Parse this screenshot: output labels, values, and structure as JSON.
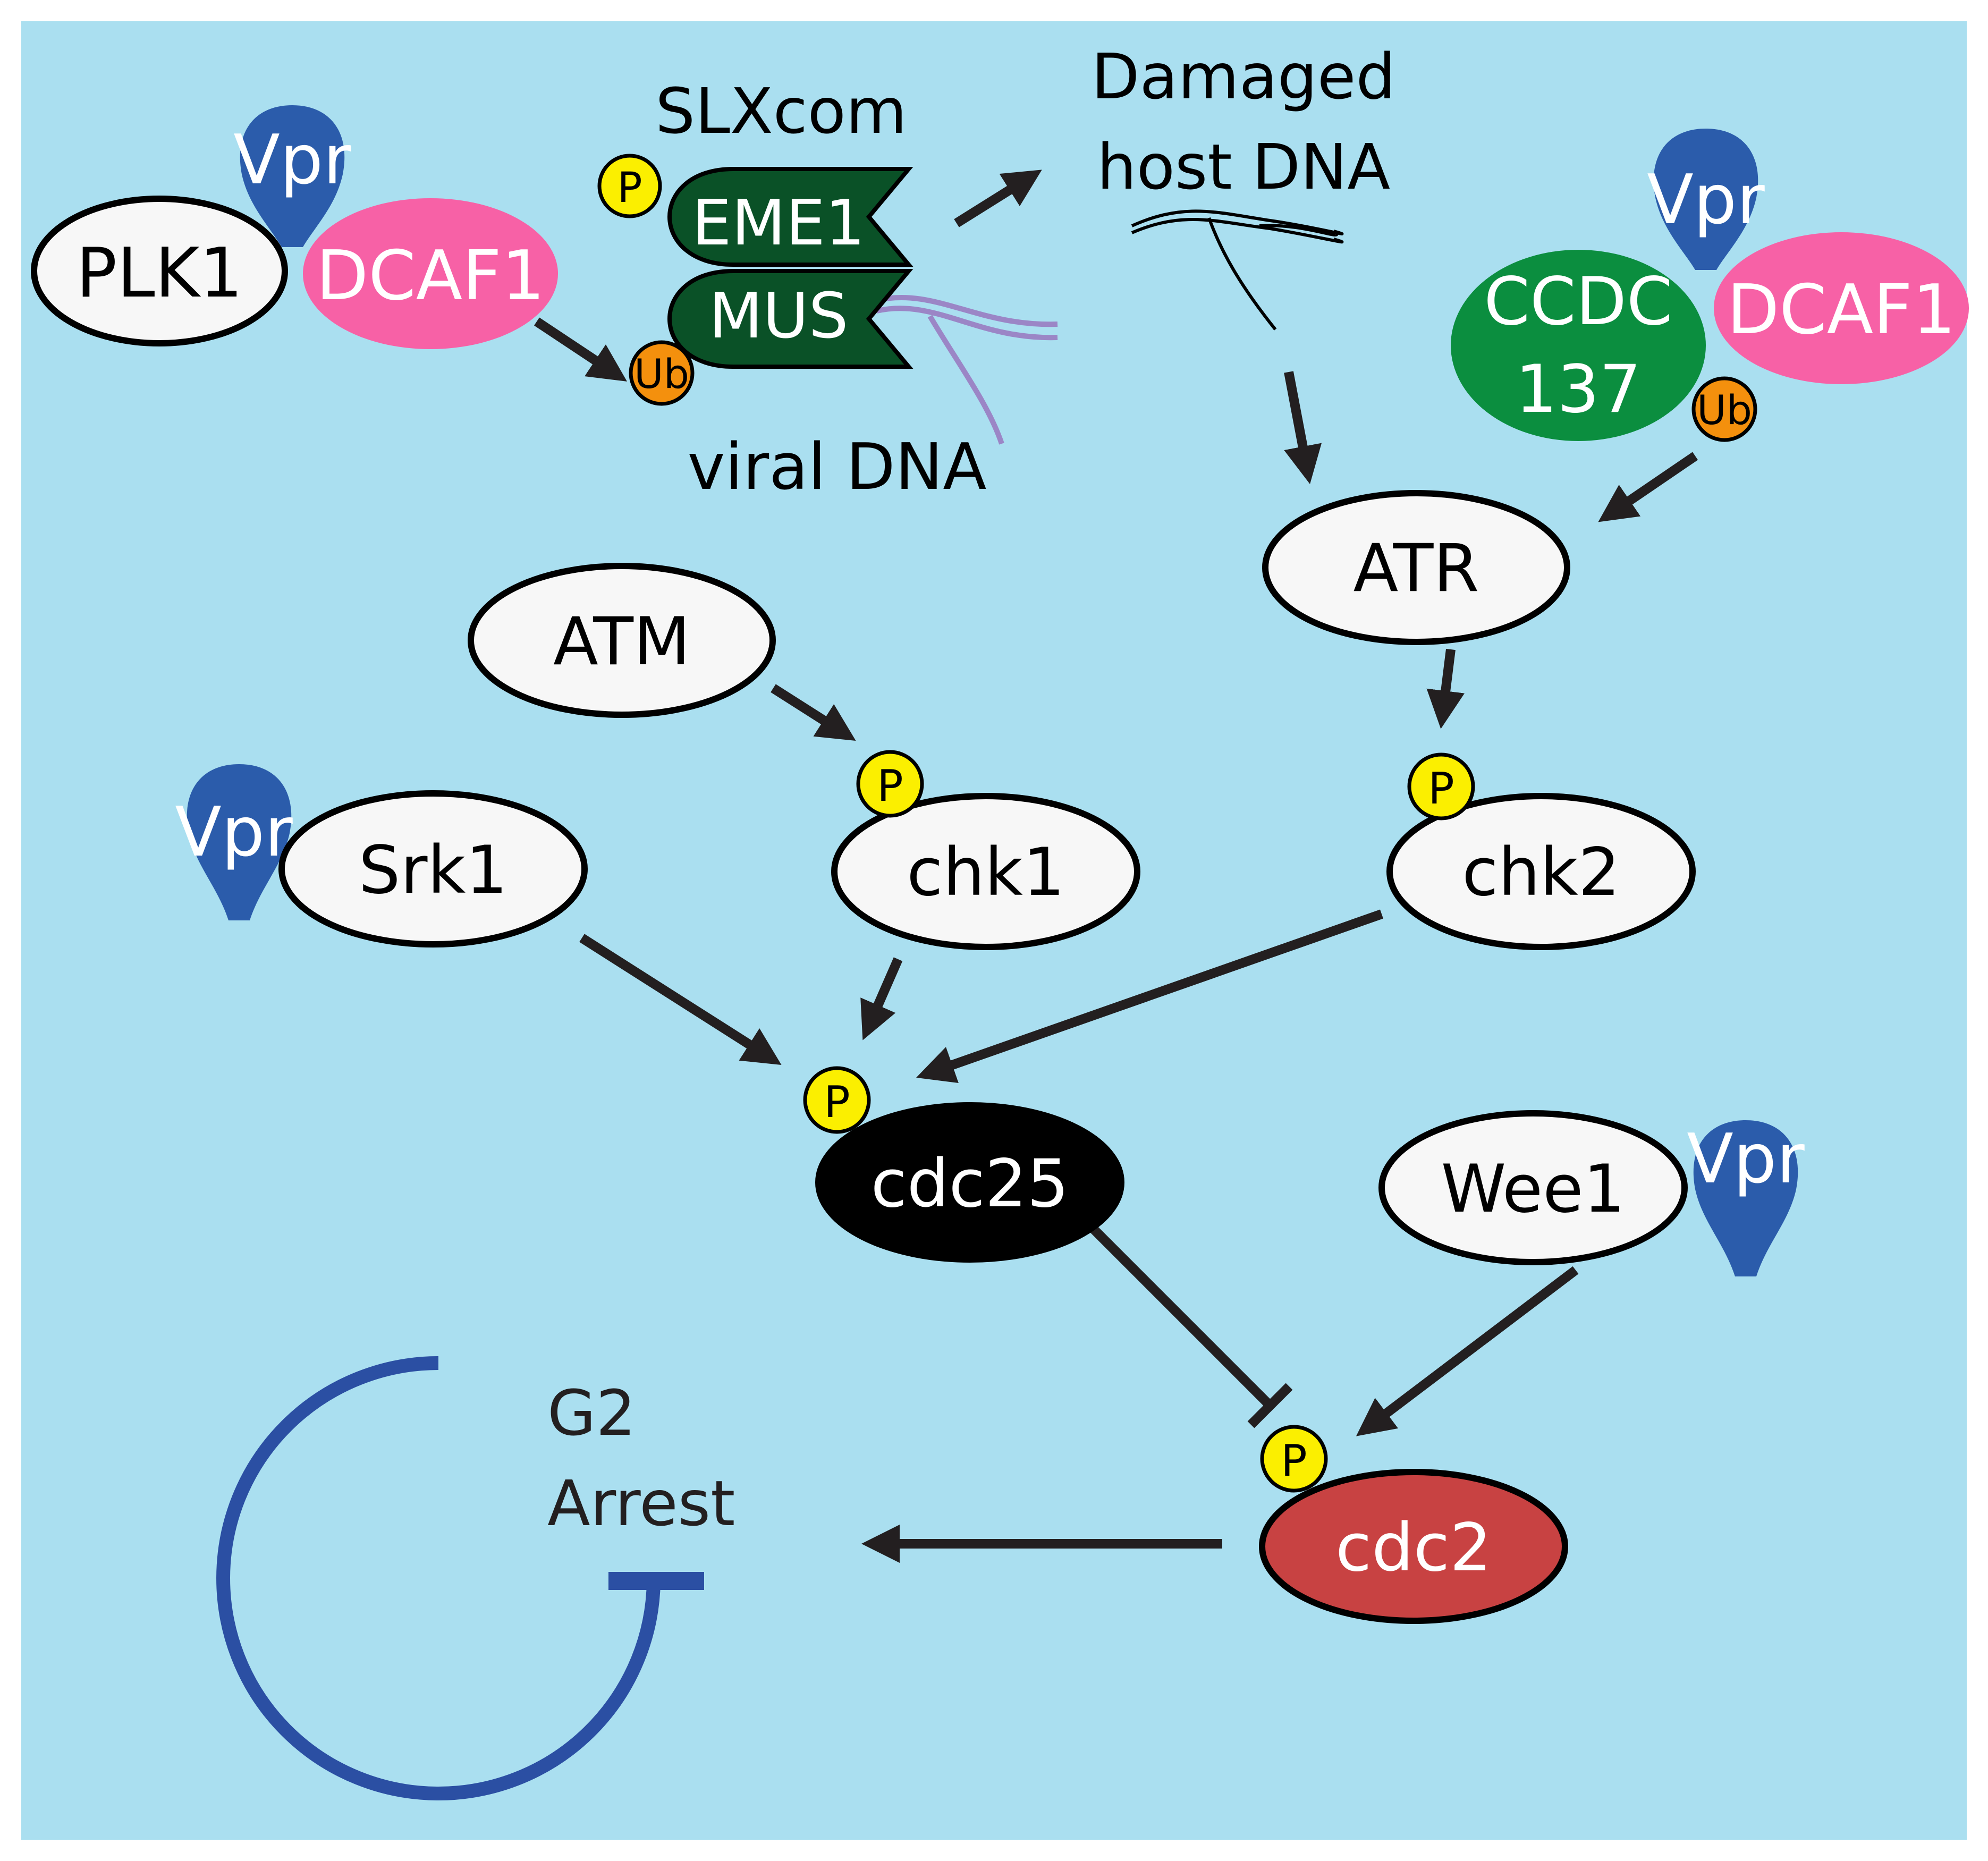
{
  "colors": {
    "background": "#aadff0",
    "border": "#ffffff",
    "white_node": "#f7f7f7",
    "vpr": "#2b5cab",
    "dcaf1": "#f761a6",
    "slx": "#0a5127",
    "ccdc137": "#0b8e3f",
    "phospho": "#fbef00",
    "ubiquitin": "#f4900d",
    "cdc25": "#000000",
    "cdc2": "#c84242",
    "viral_dna": "#9b86c6",
    "arrow": "#231f20",
    "cycle": "#2b4fa3"
  },
  "labels": {
    "plk1": "PLK1",
    "vpr": "Vpr",
    "dcaf1": "DCAF1",
    "slxcom": "SLXcom",
    "eme1": "EME1",
    "mus": "MUS",
    "phospho": "P",
    "ubiquitin": "Ub",
    "viral_dna": "viral DNA",
    "damaged_line1": "Damaged",
    "damaged_line2": "host DNA",
    "ccdc_line1": "CCDC",
    "ccdc_line2": "137",
    "atr": "ATR",
    "atm": "ATM",
    "srk1": "Srk1",
    "chk1": "chk1",
    "chk2": "chk2",
    "cdc25": "cdc25",
    "wee1": "Wee1",
    "cdc2": "cdc2",
    "g2": "G2",
    "arrest": "Arrest"
  }
}
